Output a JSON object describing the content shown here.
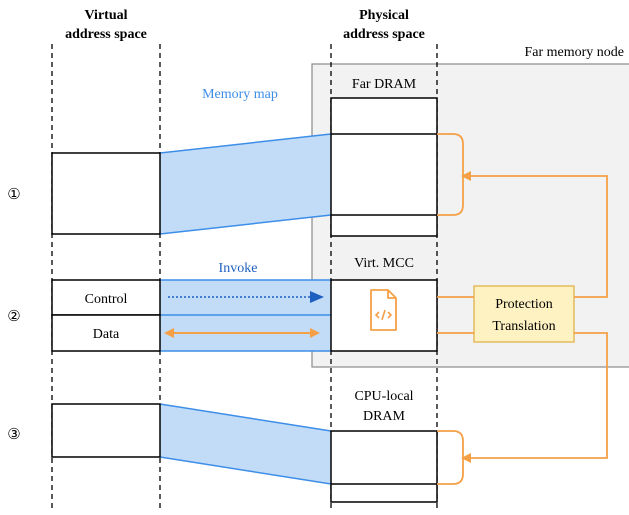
{
  "headers": {
    "virtual_line1": "Virtual",
    "virtual_line2": "address space",
    "physical_line1": "Physical",
    "physical_line2": "address space"
  },
  "far_memory_node": {
    "label": "Far memory node"
  },
  "physical": {
    "far_dram": "Far DRAM",
    "virt_mcc": "Virt. MCC",
    "cpu_local_line1": "CPU-local",
    "cpu_local_line2": "DRAM"
  },
  "arrows": {
    "memory_map": "Memory map",
    "invoke": "Invoke"
  },
  "virtual_regions": {
    "control": "Control",
    "data": "Data"
  },
  "protection_box": {
    "line1": "Protection",
    "line2": "Translation"
  },
  "rows": {
    "row1": "①",
    "row2": "②",
    "row3": "③"
  },
  "colors": {
    "blue_line": "#3d8ee8",
    "blue_fill": "#c2dcf8",
    "blue_text": "#3d8ee8",
    "dark_blue": "#1d5fbf",
    "orange": "#f5a047",
    "protection_fill": "#fff2c2",
    "protection_border": "#e0b34a",
    "node_fill": "#f2f2f2",
    "node_border": "#8a8a8a"
  },
  "icons": {
    "code_file": "code-file-icon"
  }
}
